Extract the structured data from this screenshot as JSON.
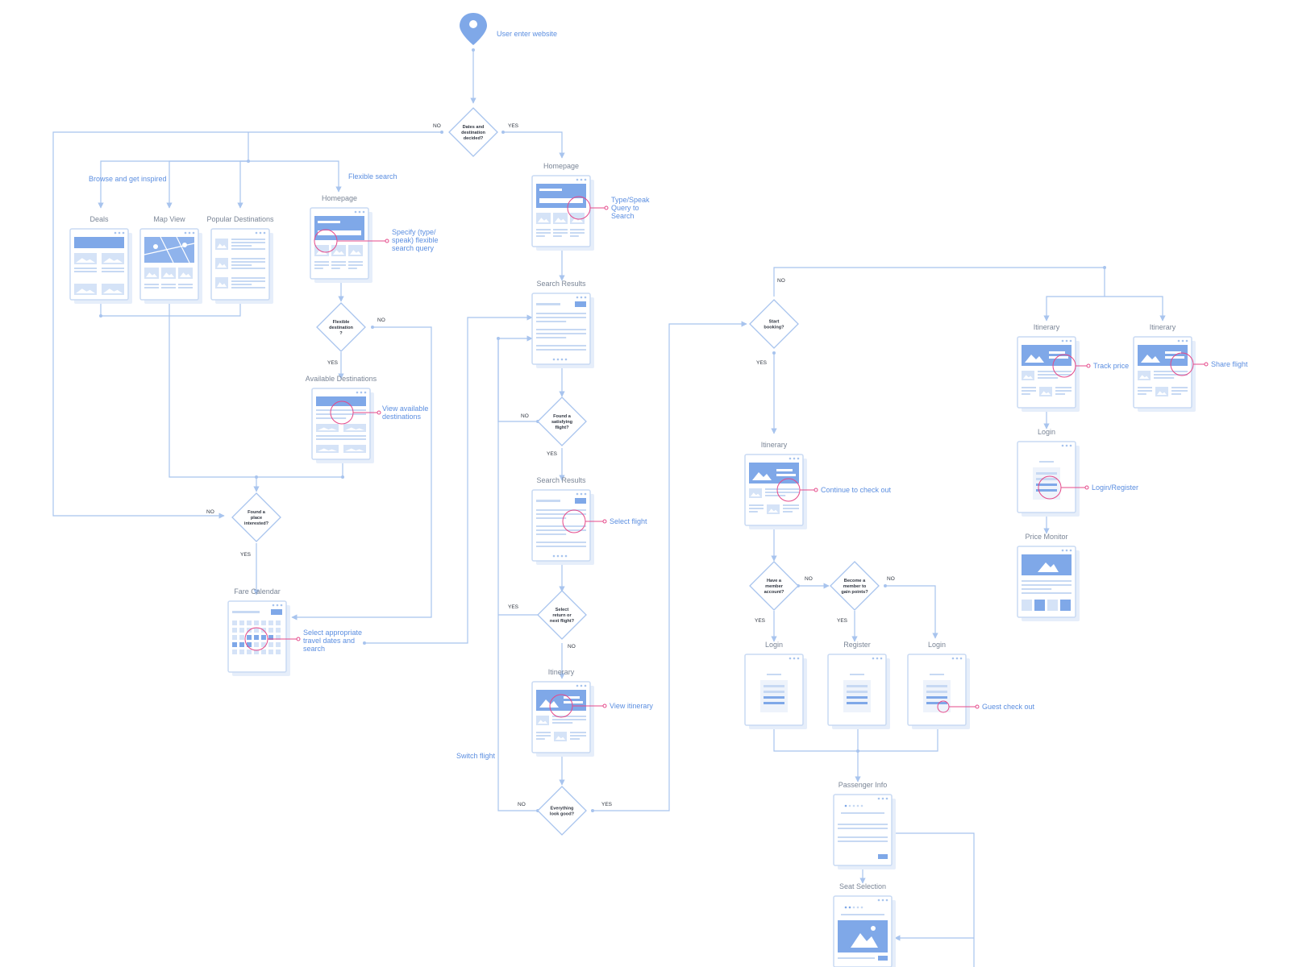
{
  "start": {
    "label": "User enter website"
  },
  "decisions": [
    {
      "id": "d-dates",
      "lines": [
        "Dates and",
        "destination",
        "decided?"
      ]
    },
    {
      "id": "d-flex",
      "lines": [
        "Flexible",
        "destination",
        "?"
      ]
    },
    {
      "id": "d-found-place",
      "lines": [
        "Found a",
        "place",
        "interested?"
      ]
    },
    {
      "id": "d-found-flight",
      "lines": [
        "Found a",
        "satisfying",
        "flight?"
      ]
    },
    {
      "id": "d-return",
      "lines": [
        "Select",
        "return or",
        "next flight?"
      ]
    },
    {
      "id": "d-good",
      "lines": [
        "Everything",
        "look good?"
      ]
    },
    {
      "id": "d-booking",
      "lines": [
        "Start",
        "booking?"
      ]
    },
    {
      "id": "d-member",
      "lines": [
        "Have a",
        "member",
        "account?"
      ]
    },
    {
      "id": "d-become",
      "lines": [
        "Become a",
        "member to",
        "gain points?"
      ]
    }
  ],
  "screens": [
    {
      "id": "s-deals",
      "title": "Deals"
    },
    {
      "id": "s-map",
      "title": "Map View"
    },
    {
      "id": "s-popular",
      "title": "Popular Destinations"
    },
    {
      "id": "s-home-flex",
      "title": "Homepage"
    },
    {
      "id": "s-avail",
      "title": "Available Destinations"
    },
    {
      "id": "s-fare",
      "title": "Fare Calendar"
    },
    {
      "id": "s-home",
      "title": "Homepage"
    },
    {
      "id": "s-results1",
      "title": "Search Results"
    },
    {
      "id": "s-results2",
      "title": "Search Results"
    },
    {
      "id": "s-itin-mid",
      "title": "Itinerary"
    },
    {
      "id": "s-itin-book",
      "title": "Itinerary"
    },
    {
      "id": "s-login1",
      "title": "Login"
    },
    {
      "id": "s-register",
      "title": "Register"
    },
    {
      "id": "s-login2",
      "title": "Login"
    },
    {
      "id": "s-passenger",
      "title": "Passenger Info"
    },
    {
      "id": "s-seat",
      "title": "Seat Selection"
    },
    {
      "id": "s-itin-track",
      "title": "Itinerary"
    },
    {
      "id": "s-itin-share",
      "title": "Itinerary"
    },
    {
      "id": "s-login3",
      "title": "Login"
    },
    {
      "id": "s-price",
      "title": "Price Monitor"
    }
  ],
  "branch_labels": {
    "browse": "Browse and get inspired",
    "flexible": "Flexible search",
    "switch": "Switch flight"
  },
  "annotations": {
    "type_speak": [
      "Type/Speak",
      "Query to",
      "Search"
    ],
    "specify": [
      "Specify (type/",
      "speak) flexible",
      "search query"
    ],
    "view_avail": [
      "View available",
      "destinations"
    ],
    "select_dates": [
      "Select appropriate",
      "travel dates and",
      "search"
    ],
    "select_flight": "Select flight",
    "view_itin": "View itinerary",
    "continue": "Continue to check out",
    "guest": "Guest check out",
    "track": "Track price",
    "share": "Share flight",
    "login_register": "Login/Register"
  },
  "yes_no": {
    "yes": "YES",
    "no": "NO"
  },
  "colors": {
    "accent": "#5b8ee0",
    "line": "#a8c4ee",
    "highlight": "#e5498a",
    "frame": "#dde8f8",
    "panel": "#7fa8e8"
  }
}
